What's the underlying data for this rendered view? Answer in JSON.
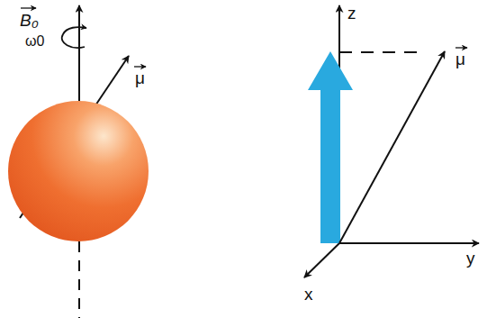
{
  "diagram": {
    "labels": [
      "B₀",
      "ω0",
      "μ",
      "z",
      "y",
      "x",
      "μ"
    ]
  }
}
